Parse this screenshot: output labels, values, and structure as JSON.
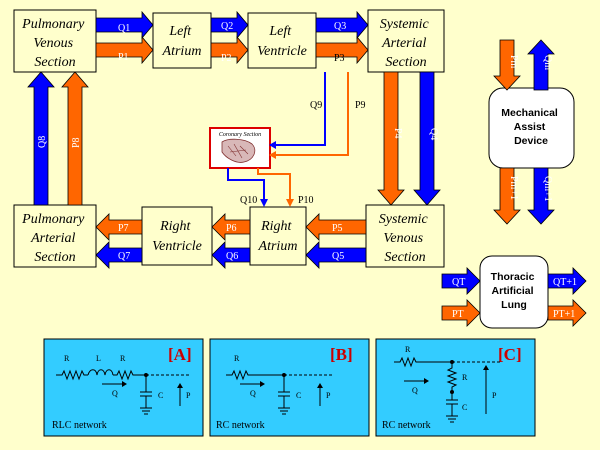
{
  "compartments": {
    "pulmonary_venous": [
      "Pulmonary",
      "Venous",
      "Section"
    ],
    "left_atrium": [
      "Left",
      "Atrium"
    ],
    "left_ventricle": [
      "Left",
      "Ventricle"
    ],
    "systemic_arterial": [
      "Systemic",
      "Arterial",
      "Section"
    ],
    "pulmonary_arterial": [
      "Pulmonary",
      "Arterial",
      "Section"
    ],
    "right_ventricle": [
      "Right",
      "Ventricle"
    ],
    "right_atrium": [
      "Right",
      "Atrium"
    ],
    "systemic_venous": [
      "Systemic",
      "Venous",
      "Section"
    ]
  },
  "coronary_label": "Coronary Section",
  "mechanical_assist": [
    "Mechanical",
    "Assist",
    "Device"
  ],
  "artificial_lung": [
    "Thoracic",
    "Artificial",
    "Lung"
  ],
  "flows": {
    "q1": "Q1",
    "p1": "P1",
    "q2": "Q2",
    "p2": "P2",
    "q3": "Q3",
    "p3": "P3",
    "q4": "Q4",
    "p4": "P4",
    "q5": "Q5",
    "p5": "P5",
    "q6": "Q6",
    "p6": "P6",
    "q7": "Q7",
    "p7": "P7",
    "q8": "Q8",
    "p8": "P8",
    "q9": "Q9",
    "p9": "P9",
    "q10": "Q10",
    "p10": "P10",
    "pm": "Pm",
    "qm": "Qm",
    "pm1": "Pm+1",
    "qm1": "Qm+1",
    "qt": "QT",
    "pt": "PT",
    "qt1": "QT+1",
    "pt1": "PT+1"
  },
  "networks": [
    {
      "tag": "[A]",
      "title": "RLC network",
      "r1": "R",
      "l": "L",
      "r2": "R",
      "q": "Q",
      "c": "C",
      "p": "P"
    },
    {
      "tag": "[B]",
      "title": "RC network",
      "r": "R",
      "q": "Q",
      "c": "C",
      "p": "P"
    },
    {
      "tag": "[C]",
      "title": "RC network",
      "r1": "R",
      "r2": "R",
      "q": "Q",
      "c": "C",
      "p": "P"
    }
  ],
  "colors": {
    "background": "#ffffcc",
    "blue": "#0000ff",
    "orange": "#ff6600",
    "cyan": "#33ccff",
    "red_tag": "#cc0000"
  }
}
